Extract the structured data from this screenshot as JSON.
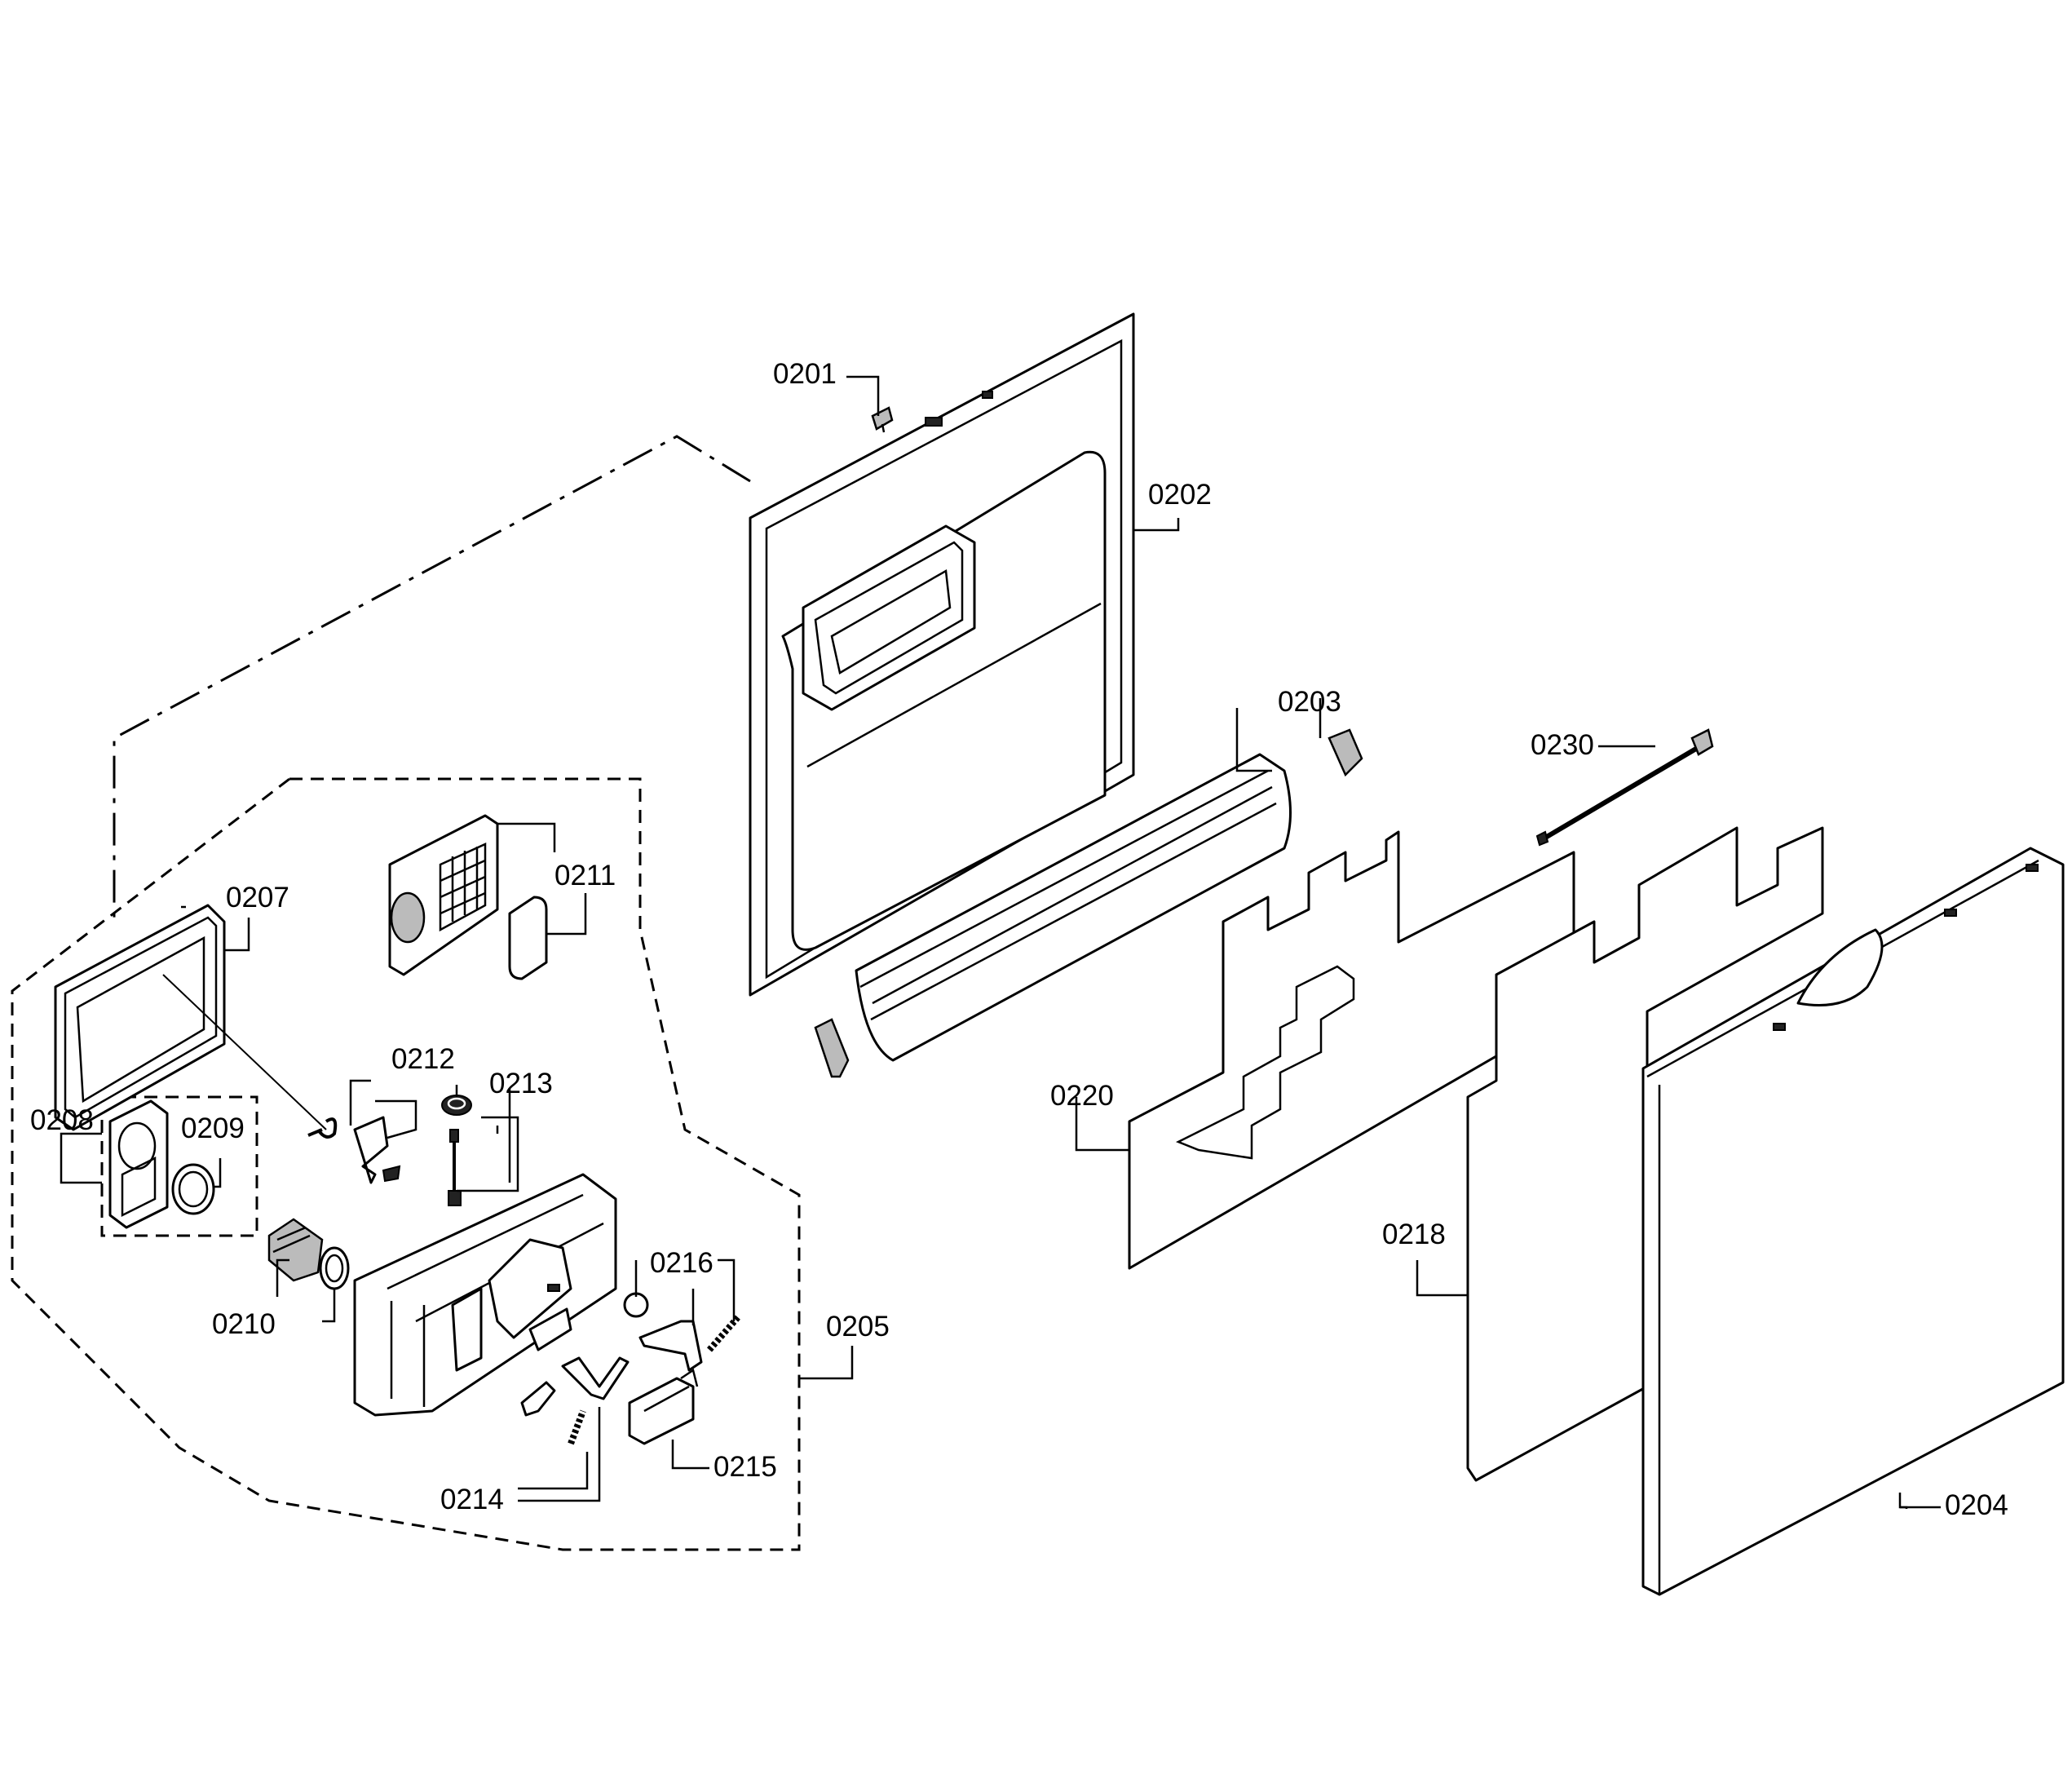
{
  "diagram": {
    "labels": {
      "l0201": "0201",
      "l0202": "0202",
      "l0203": "0203",
      "l0204": "0204",
      "l0205": "0205",
      "l0207": "0207",
      "l0208": "0208",
      "l0209": "0209",
      "l0210": "0210",
      "l0211": "0211",
      "l0212": "0212",
      "l0213": "0213",
      "l0214": "0214",
      "l0215": "0215",
      "l0216": "0216",
      "l0218": "0218",
      "l0220": "0220",
      "l0230": "0230"
    }
  }
}
